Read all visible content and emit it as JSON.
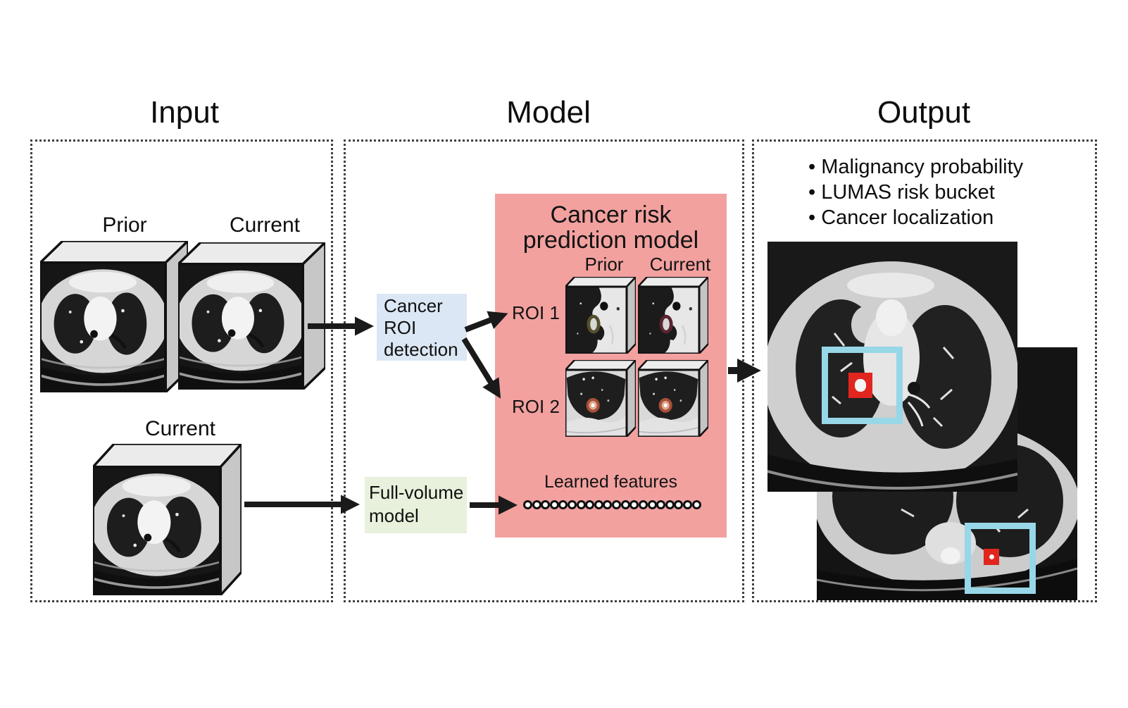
{
  "input": {
    "title": "Input",
    "pair_labels": {
      "prior": "Prior",
      "current": "Current"
    },
    "bottom_label": "Current"
  },
  "model": {
    "title": "Model",
    "roi_detection": {
      "lines": [
        "Cancer",
        "ROI",
        "detection"
      ]
    },
    "full_volume": {
      "lines": [
        "Full-volume",
        "model"
      ]
    },
    "prediction_box": {
      "title_lines": [
        "Cancer risk",
        "prediction model"
      ],
      "col_labels": {
        "prior": "Prior",
        "current": "Current"
      },
      "row_labels": {
        "roi1": "ROI 1",
        "roi2": "ROI 2"
      },
      "features_label": "Learned features",
      "feature_circle_count": 20
    }
  },
  "output": {
    "title": "Output",
    "bullet_char": "•",
    "bullets": [
      "Malignancy probability",
      "LUMAS risk bucket",
      "Cancer localization"
    ]
  },
  "colors": {
    "prediction_box_bg": "#f2a19f",
    "roi_detection_bg": "#dbe7f4",
    "full_volume_bg": "#e8f1dc",
    "localization_box_cyan": "#97d7e8",
    "cancer_box_red": "#e1251f",
    "arrow": "#1a1a1a"
  }
}
